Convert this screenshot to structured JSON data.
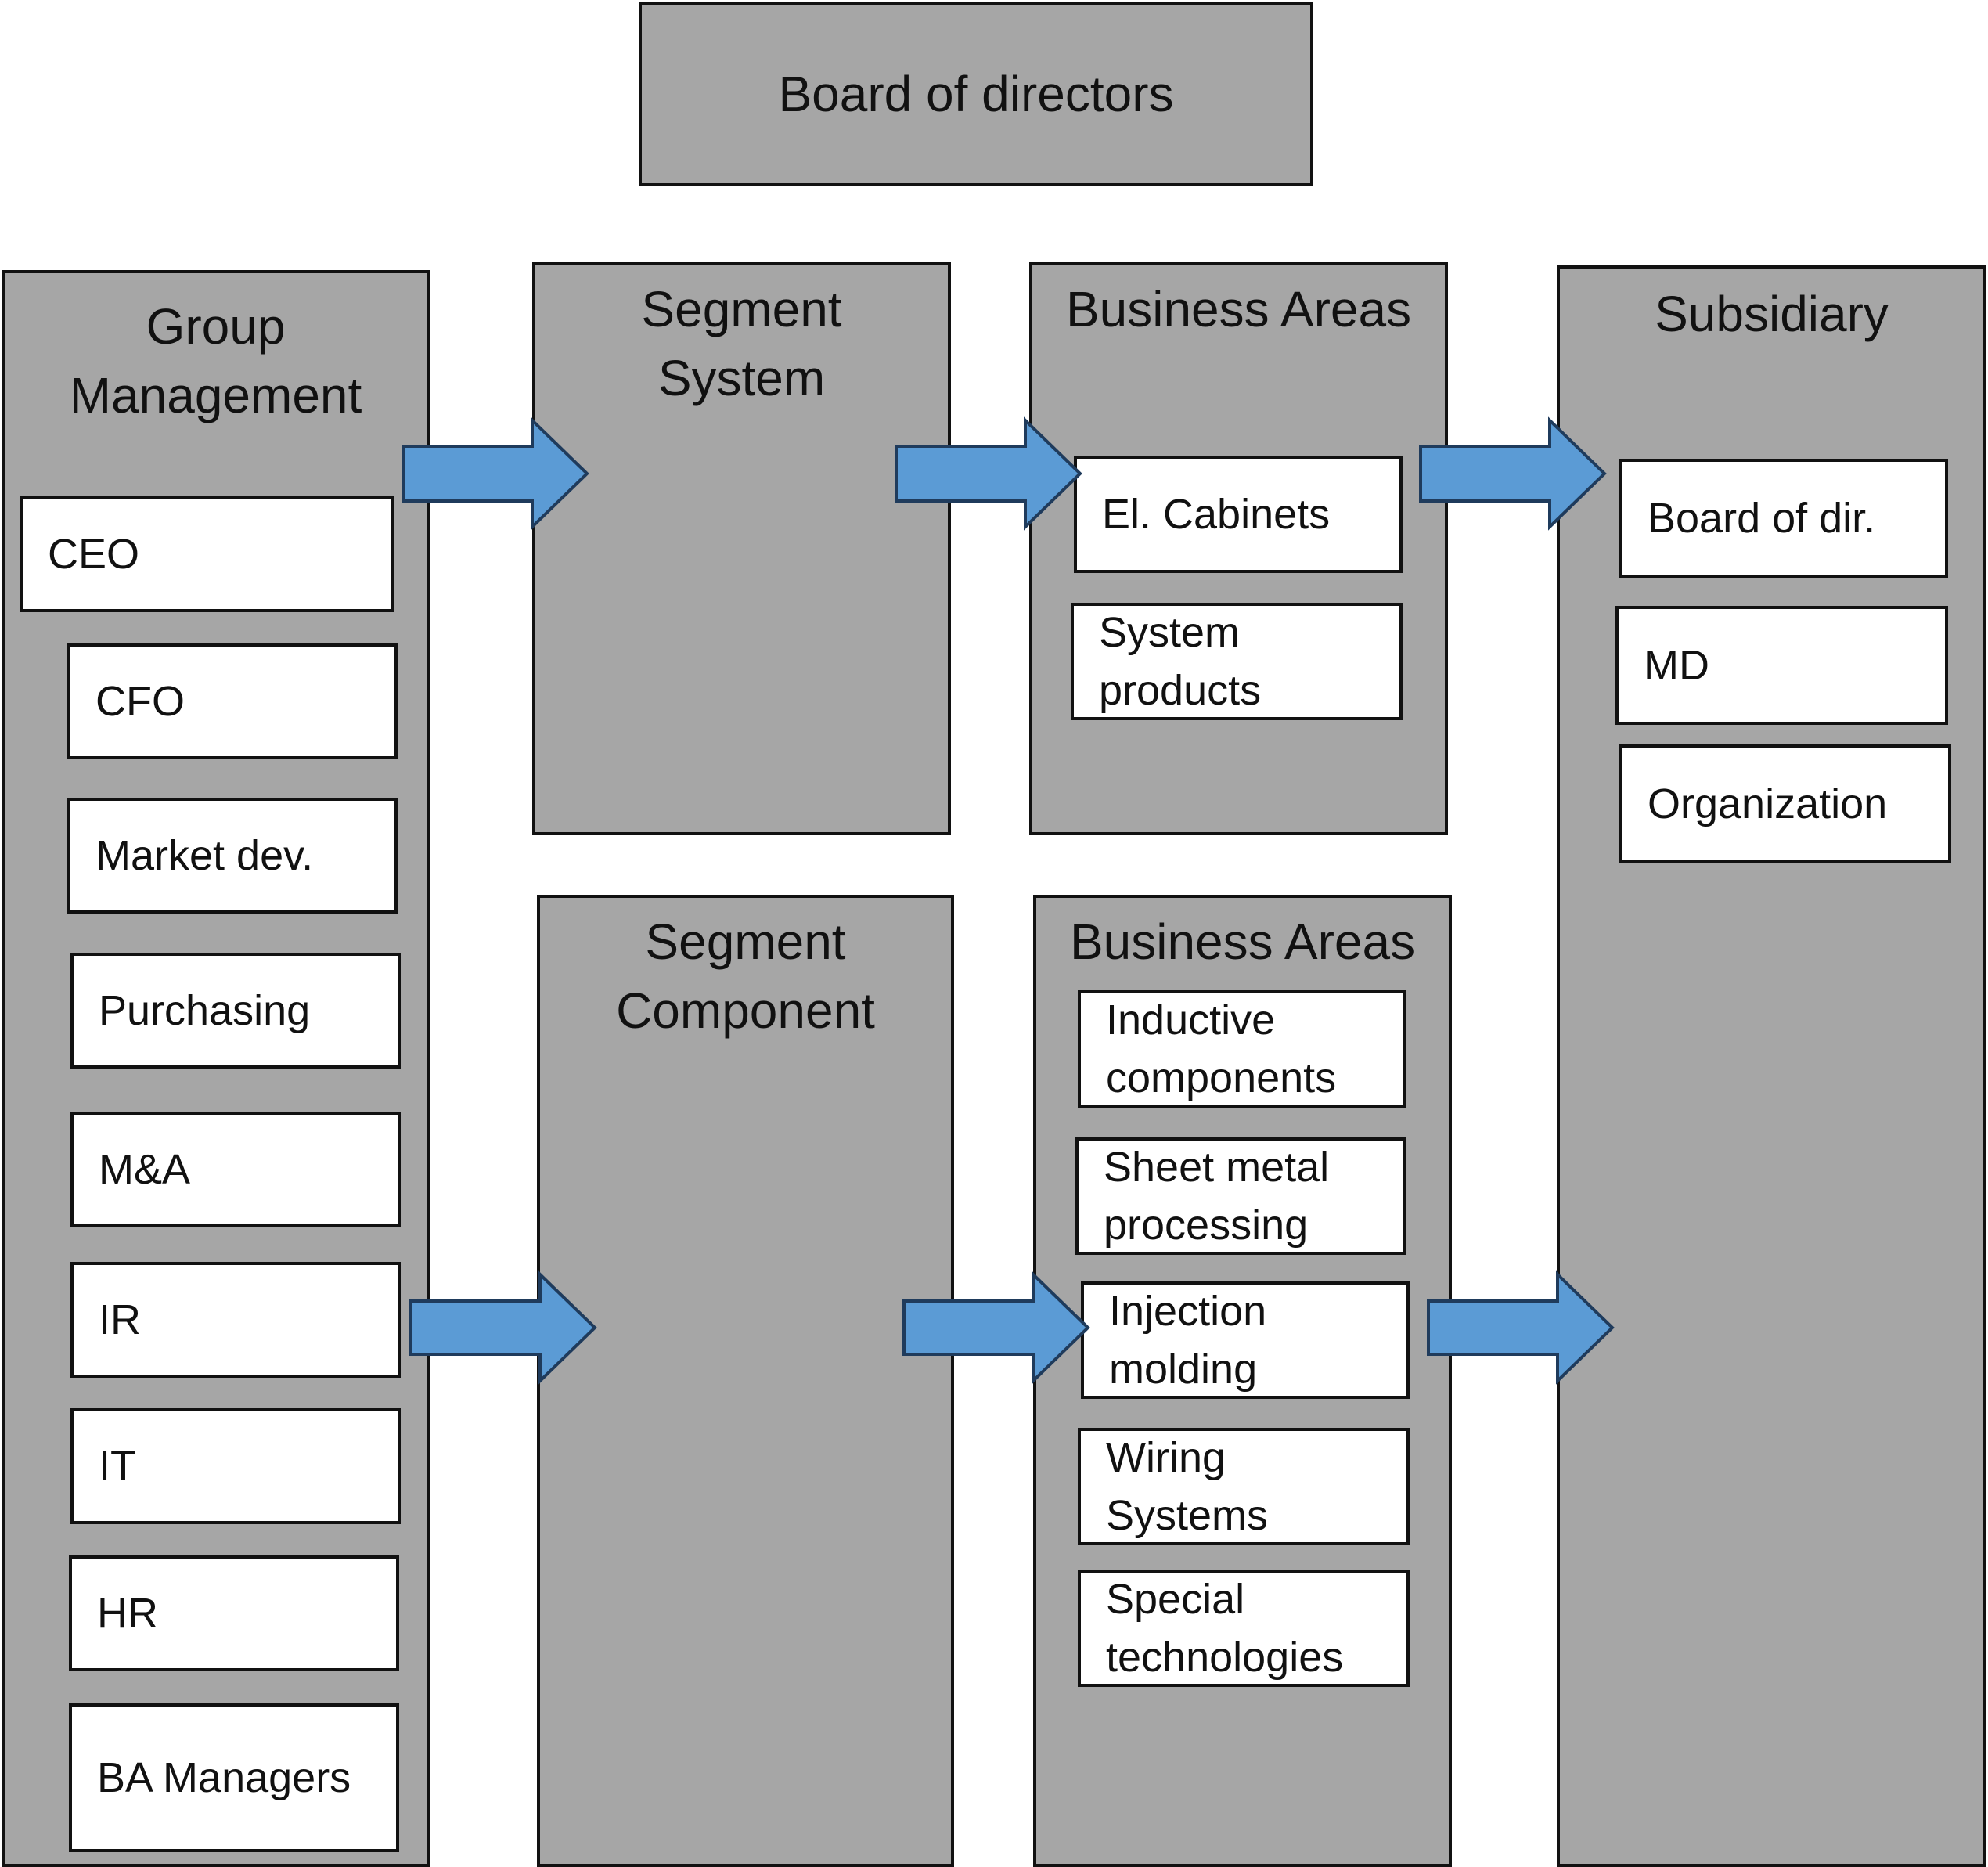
{
  "board": {
    "label": "Board of directors"
  },
  "group_management": {
    "title": "Group\nManagement",
    "items": [
      "CEO",
      "CFO",
      "Market dev.",
      "Purchasing",
      "M&A",
      "IR",
      "IT",
      "HR",
      "BA Managers"
    ]
  },
  "segment_system": {
    "title": "Segment\nSystem"
  },
  "segment_component": {
    "title": "Segment\nComponent"
  },
  "business_areas_system": {
    "title": "Business Areas",
    "items": [
      "El. Cabinets",
      "System\nproducts"
    ]
  },
  "business_areas_component": {
    "title": "Business Areas",
    "items": [
      "Inductive\ncomponents",
      "Sheet metal\nprocessing",
      "Injection\nmolding",
      "Wiring\nSystems",
      "Special\ntechnologies"
    ]
  },
  "subsidiary": {
    "title": "Subsidiary",
    "items": [
      "Board of dir.",
      "MD",
      "Organization"
    ]
  },
  "colors": {
    "panel": "#a6a6a6",
    "arrow": "#5b9bd5",
    "border": "#111111",
    "box": "#ffffff"
  }
}
